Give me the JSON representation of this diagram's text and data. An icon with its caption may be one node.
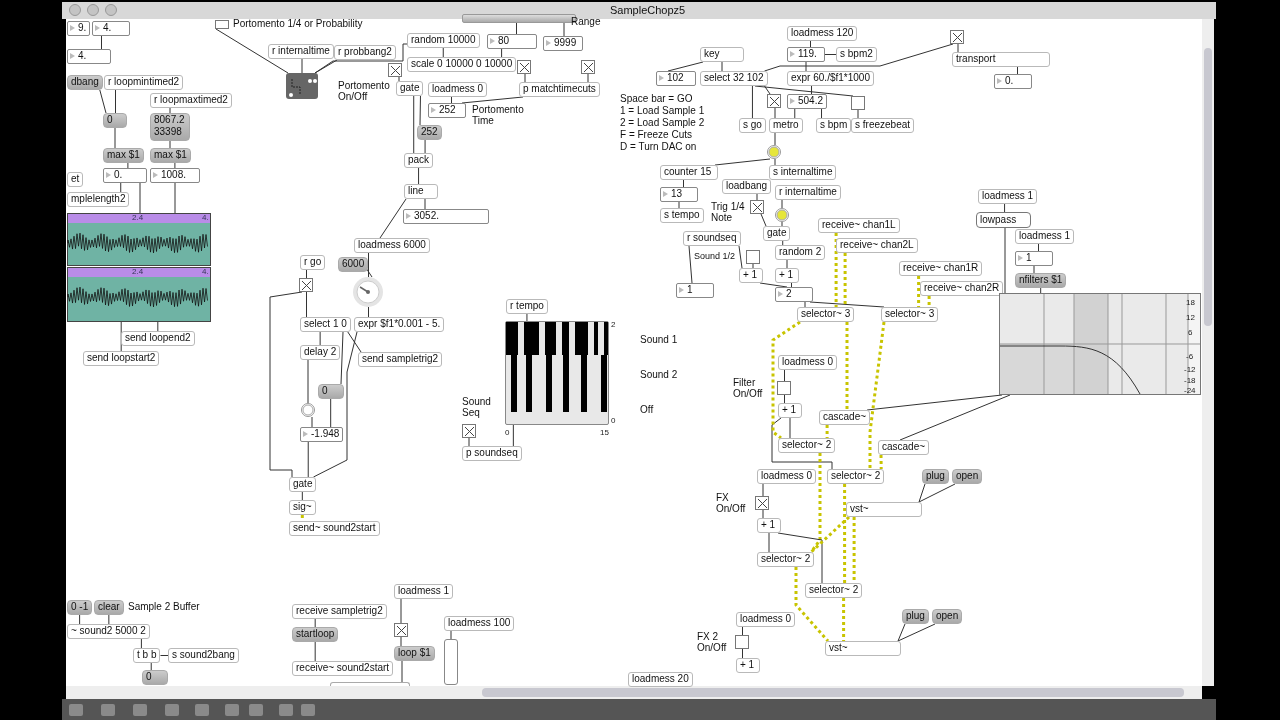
{
  "diagram": {
    "title": "SampleChopz5",
    "nodes": [
      {
        "text": [
          "9."
        ]
      },
      {
        "text": [
          "4."
        ]
      },
      {
        "text": [
          "4."
        ]
      },
      {
        "text": [
          "dbang"
        ]
      },
      {
        "text": [
          "r loopmintimed2"
        ]
      },
      {
        "text": [
          "r loopmaxtimed2"
        ]
      },
      {
        "text": [
          "0"
        ]
      },
      {
        "text": [
          "8067.2 33398"
        ]
      },
      {
        "text": [
          "max $1"
        ]
      },
      {
        "text": [
          "max $1"
        ]
      },
      {
        "text": [
          "0."
        ]
      },
      {
        "text": [
          "1008."
        ]
      },
      {
        "text": [
          "et"
        ]
      },
      {
        "text": [
          "mplelength2"
        ]
      },
      {
        "text": [
          "2.4",
          "4."
        ]
      },
      {
        "text": [
          "2.4",
          "4."
        ]
      },
      {
        "text": [
          "send loopend2"
        ]
      },
      {
        "text": [
          "send loopstart2"
        ]
      },
      {
        "text": [],
        "shape": "box"
      },
      {
        "text": [
          "r internaltime"
        ]
      },
      {
        "text": [
          "r probbang2"
        ]
      },
      {
        "text": [],
        "shape": "box"
      },
      {
        "text": [
          "random 10000"
        ]
      },
      {
        "text": [],
        "shape": "bar"
      },
      {
        "text": [
          "80"
        ]
      },
      {
        "text": [
          "9999"
        ]
      },
      {
        "text": [
          "scale 0 10000 0 10000"
        ]
      },
      {
        "text": [],
        "shape": "box"
      },
      {
        "text": [],
        "shape": "box"
      },
      {
        "text": [],
        "shape": "box"
      },
      {
        "text": [
          "gate"
        ]
      },
      {
        "text": [
          "loadmess 0"
        ]
      },
      {
        "text": [
          "p matchtimecuts"
        ]
      },
      {
        "text": [
          "252"
        ],
        "beside": [
          "Portomento Time"
        ]
      },
      {
        "text": [
          "252"
        ]
      },
      {
        "text": [
          "pack"
        ]
      },
      {
        "text": [
          "line"
        ]
      },
      {
        "text": [
          "3052."
        ]
      },
      {
        "text": [
          "loadmess 6000"
        ]
      },
      {
        "text": [
          "6000"
        ]
      },
      {
        "text": [],
        "shape": "circle"
      },
      {
        "text": [
          "r go"
        ]
      },
      {
        "text": [],
        "shape": "box"
      },
      {
        "text": [
          "select 1 0"
        ]
      },
      {
        "text": [
          "expr $f1*0.001 - 5."
        ]
      },
      {
        "text": [
          "delay 2"
        ]
      },
      {
        "text": [
          "send sampletrig2"
        ]
      },
      {
        "text": [
          "0"
        ]
      },
      {
        "text": [],
        "shape": "circle"
      },
      {
        "text": [
          "-1.948"
        ]
      },
      {
        "text": [
          "gate"
        ]
      },
      {
        "text": [
          "sig~"
        ]
      },
      {
        "text": [
          "send~ sound2start"
        ]
      },
      {
        "text": [
          "r tempo"
        ]
      },
      {
        "text": [],
        "shape": "bar",
        "beside": [
          "2",
          "0",
          "0",
          "15"
        ]
      },
      {
        "text": [],
        "shape": "box",
        "beside": [
          "Sound Seq"
        ]
      },
      {
        "text": [
          "p soundseq"
        ]
      },
      {
        "text": [
          "key"
        ]
      },
      {
        "text": [
          "102"
        ]
      },
      {
        "text": [
          "select 32 102"
        ]
      },
      {
        "text": [
          "loadmess 120"
        ]
      },
      {
        "text": [
          "119."
        ]
      },
      {
        "text": [
          "s bpm2"
        ]
      },
      {
        "text": [
          "expr 60./$f1*1000"
        ]
      },
      {
        "text": [],
        "shape": "box"
      },
      {
        "text": [
          "transport"
        ]
      },
      {
        "text": [
          "0."
        ]
      },
      {
        "text": [],
        "shape": "box"
      },
      {
        "text": [
          "504.2"
        ]
      },
      {
        "text": [],
        "shape": "box"
      },
      {
        "text": [
          "s go"
        ]
      },
      {
        "text": [
          "metro"
        ]
      },
      {
        "text": [
          "s bpm"
        ]
      },
      {
        "text": [
          "s freezebeat"
        ]
      },
      {
        "text": [],
        "shape": "circle"
      },
      {
        "text": [
          "counter 15"
        ]
      },
      {
        "text": [
          "s internaltime"
        ]
      },
      {
        "text": [
          "13"
        ]
      },
      {
        "text": [
          "s tempo"
        ]
      },
      {
        "text": [
          "loadbang"
        ]
      },
      {
        "text": [
          "r internaltime"
        ]
      },
      {
        "text": [],
        "shape": "box",
        "beside": [
          "Trig 1/4 Note"
        ]
      },
      {
        "text": [],
        "shape": "circle"
      },
      {
        "text": [
          "gate"
        ]
      },
      {
        "text": [
          "r soundseq"
        ]
      },
      {
        "text": [],
        "shape": "box",
        "beside": [
          "Sound 1/2"
        ]
      },
      {
        "text": [
          "receive~ chan1L"
        ]
      },
      {
        "text": [
          "receive~ chan2L"
        ]
      },
      {
        "text": [
          "random 2"
        ]
      },
      {
        "text": [
          "+ 1"
        ]
      },
      {
        "text": [
          "+ 1"
        ]
      },
      {
        "text": [
          "1"
        ]
      },
      {
        "text": [
          "2"
        ]
      },
      {
        "text": [
          "receive~ chan1R"
        ]
      },
      {
        "text": [
          "receive~ chan2R"
        ]
      },
      {
        "text": [
          "loadmess 1"
        ]
      },
      {
        "text": [
          "lowpass"
        ]
      },
      {
        "text": [
          "loadmess 1"
        ]
      },
      {
        "text": [
          "1"
        ]
      },
      {
        "text": [
          "nfilters $1"
        ]
      },
      {
        "text": [
          "selector~ 3"
        ]
      },
      {
        "text": [
          "selector~ 3"
        ]
      },
      {
        "text": [],
        "shape": "box"
      },
      {
        "text": [
          "loadmess 0"
        ]
      },
      {
        "text": [],
        "shape": "box",
        "beside": [
          "Filter On/Off"
        ]
      },
      {
        "text": [
          "+ 1"
        ]
      },
      {
        "text": [
          "cascade~"
        ]
      },
      {
        "text": [
          "selector~ 2"
        ]
      },
      {
        "text": [
          "cascade~"
        ]
      },
      {
        "text": [
          "loadmess 0"
        ]
      },
      {
        "text": [
          "selector~ 2"
        ]
      },
      {
        "text": [
          "plug"
        ]
      },
      {
        "text": [
          "open"
        ]
      },
      {
        "text": [],
        "shape": "box",
        "beside": [
          "FX On/Off"
        ]
      },
      {
        "text": [
          "vst~"
        ]
      },
      {
        "text": [
          "+ 1"
        ]
      },
      {
        "text": [
          "selector~ 2"
        ]
      },
      {
        "text": [
          "selector~ 2"
        ]
      },
      {
        "text": [
          "loadmess 0"
        ]
      },
      {
        "text": [
          "plug"
        ]
      },
      {
        "text": [
          "open"
        ]
      },
      {
        "text": [],
        "shape": "box",
        "beside": [
          "FX 2 On/Off"
        ]
      },
      {
        "text": [
          "vst~"
        ]
      },
      {
        "text": [
          "+ 1"
        ]
      },
      {
        "text": [
          "loadmess 20"
        ]
      },
      {
        "text": [
          "0 -1"
        ]
      },
      {
        "text": [
          "clear"
        ]
      },
      {
        "text": [
          "~ sound2 5000 2"
        ]
      },
      {
        "text": [
          "t b b"
        ]
      },
      {
        "text": [
          "s sound2bang"
        ]
      },
      {
        "text": [
          "0"
        ]
      },
      {
        "text": [
          "receive sampletrig2"
        ]
      },
      {
        "text": [
          "startloop"
        ]
      },
      {
        "text": [
          "receive~ sound2start"
        ]
      },
      {
        "text": [
          "loadmess 1"
        ]
      },
      {
        "text": [],
        "shape": "box"
      },
      {
        "text": [
          "loop $1"
        ]
      },
      {
        "text": [
          "loadmess 100"
        ]
      },
      {
        "text": [],
        "shape": "bar"
      },
      {
        "text": [],
        "shape": "box"
      }
    ],
    "edges": [
      {
        "from": 1,
        "to": 2,
        "arrow": "none"
      },
      {
        "from": 4,
        "to": 6,
        "arrow": "none"
      },
      {
        "from": 6,
        "to": 8,
        "arrow": "none"
      },
      {
        "from": 8,
        "to": 10,
        "arrow": "none"
      },
      {
        "from": 10,
        "to": 14,
        "arrow": "none"
      },
      {
        "from": 5,
        "to": 7,
        "arrow": "none"
      },
      {
        "from": 7,
        "to": 9,
        "arrow": "none"
      },
      {
        "from": 9,
        "to": 11,
        "arrow": "none"
      },
      {
        "from": 11,
        "to": 14,
        "arrow": "none"
      },
      {
        "from": 3,
        "to": 6,
        "arrow": "none"
      },
      {
        "from": 13,
        "to": 10,
        "arrow": "none"
      },
      {
        "from": 15,
        "to": 16,
        "arrow": "none"
      },
      {
        "from": 15,
        "to": 17,
        "arrow": "none"
      },
      {
        "from": 18,
        "to": 21,
        "arrow": "none"
      },
      {
        "from": 19,
        "to": 21,
        "arrow": "none"
      },
      {
        "from": 20,
        "to": 21,
        "arrow": "none"
      },
      {
        "from": 21,
        "to": 22,
        "arrow": "none"
      },
      {
        "from": 22,
        "to": 26,
        "arrow": "none"
      },
      {
        "from": 23,
        "to": 24,
        "arrow": "none"
      },
      {
        "from": 23,
        "to": 25,
        "arrow": "none"
      },
      {
        "from": 24,
        "to": 26,
        "arrow": "none"
      },
      {
        "from": 27,
        "to": 30,
        "arrow": "none"
      },
      {
        "from": 30,
        "to": 35,
        "arrow": "none"
      },
      {
        "from": 30,
        "to": 34,
        "arrow": "none"
      },
      {
        "from": 34,
        "to": 35,
        "arrow": "none"
      },
      {
        "from": 31,
        "to": 33,
        "arrow": "none"
      },
      {
        "from": 28,
        "to": 32,
        "arrow": "none"
      },
      {
        "from": 29,
        "to": 32,
        "arrow": "none"
      },
      {
        "from": 32,
        "to": 33,
        "arrow": "none"
      },
      {
        "from": 35,
        "to": 36,
        "arrow": "none"
      },
      {
        "from": 36,
        "to": 37,
        "arrow": "none"
      },
      {
        "from": 36,
        "to": 38,
        "arrow": "none"
      },
      {
        "from": 38,
        "to": 40,
        "arrow": "none"
      },
      {
        "from": 39,
        "to": 40,
        "arrow": "none"
      },
      {
        "from": 40,
        "to": 44,
        "arrow": "none"
      },
      {
        "from": 41,
        "to": 42,
        "arrow": "none"
      },
      {
        "from": 42,
        "to": 43,
        "arrow": "none"
      },
      {
        "from": 42,
        "to": 50,
        "arrow": "none"
      },
      {
        "from": 43,
        "to": 45,
        "arrow": "none"
      },
      {
        "from": 43,
        "to": 46,
        "arrow": "none"
      },
      {
        "from": 43,
        "to": 47,
        "arrow": "none"
      },
      {
        "from": 44,
        "to": 50,
        "arrow": "none"
      },
      {
        "from": 45,
        "to": 48,
        "arrow": "none"
      },
      {
        "from": 48,
        "to": 49,
        "arrow": "none"
      },
      {
        "from": 49,
        "to": 50,
        "arrow": "none"
      },
      {
        "from": 47,
        "to": 49,
        "arrow": "none"
      },
      {
        "from": 50,
        "to": 51,
        "arrow": "none"
      },
      {
        "from": 51,
        "to": 52,
        "arrow": "none",
        "style": "dashed",
        "color": "#c8c400"
      },
      {
        "from": 53,
        "to": 54,
        "arrow": "none"
      },
      {
        "from": 55,
        "to": 56,
        "arrow": "none"
      },
      {
        "from": 54,
        "to": 56,
        "arrow": "none"
      },
      {
        "from": 57,
        "to": 59,
        "arrow": "none"
      },
      {
        "from": 57,
        "to": 58,
        "arrow": "none"
      },
      {
        "from": 59,
        "to": 70,
        "arrow": "none"
      },
      {
        "from": 59,
        "to": 67,
        "arrow": "none"
      },
      {
        "from": 59,
        "to": 69,
        "arrow": "none"
      },
      {
        "from": 59,
        "to": 64,
        "arrow": "none"
      },
      {
        "from": 64,
        "to": 65,
        "arrow": "none"
      },
      {
        "from": 65,
        "to": 66,
        "arrow": "none"
      },
      {
        "from": 60,
        "to": 61,
        "arrow": "none"
      },
      {
        "from": 61,
        "to": 63,
        "arrow": "none"
      },
      {
        "from": 61,
        "to": 62,
        "arrow": "none"
      },
      {
        "from": 63,
        "to": 68,
        "arrow": "none"
      },
      {
        "from": 67,
        "to": 71,
        "arrow": "none"
      },
      {
        "from": 68,
        "to": 71,
        "arrow": "none"
      },
      {
        "from": 68,
        "to": 72,
        "arrow": "none"
      },
      {
        "from": 69,
        "to": 73,
        "arrow": "none"
      },
      {
        "from": 71,
        "to": 74,
        "arrow": "none"
      },
      {
        "from": 74,
        "to": 75,
        "arrow": "none"
      },
      {
        "from": 74,
        "to": 76,
        "arrow": "none"
      },
      {
        "from": 75,
        "to": 77,
        "arrow": "none"
      },
      {
        "from": 77,
        "to": 78,
        "arrow": "none"
      },
      {
        "from": 79,
        "to": 81,
        "arrow": "none"
      },
      {
        "from": 81,
        "to": 83,
        "arrow": "none"
      },
      {
        "from": 80,
        "to": 82,
        "arrow": "none"
      },
      {
        "from": 82,
        "to": 83,
        "arrow": "none"
      },
      {
        "from": 83,
        "to": 88,
        "arrow": "none"
      },
      {
        "from": 88,
        "to": 89,
        "arrow": "none"
      },
      {
        "from": 89,
        "to": 92,
        "arrow": "none"
      },
      {
        "from": 84,
        "to": 90,
        "arrow": "none"
      },
      {
        "from": 84,
        "to": 91,
        "arrow": "none"
      },
      {
        "from": 85,
        "to": 90,
        "arrow": "none"
      },
      {
        "from": 90,
        "to": 92,
        "arrow": "none"
      },
      {
        "from": 92,
        "to": 100,
        "arrow": "none"
      },
      {
        "from": 92,
        "to": 101,
        "arrow": "none"
      },
      {
        "from": 86,
        "to": 100,
        "arrow": "none",
        "style": "dashed",
        "color": "#c8c400"
      },
      {
        "from": 87,
        "to": 100,
        "arrow": "none",
        "style": "dashed",
        "color": "#c8c400"
      },
      {
        "from": 93,
        "to": 101,
        "arrow": "none",
        "style": "dashed",
        "color": "#c8c400"
      },
      {
        "from": 94,
        "to": 101,
        "arrow": "none",
        "style": "dashed",
        "color": "#c8c400"
      },
      {
        "from": 95,
        "to": 96,
        "arrow": "none"
      },
      {
        "from": 97,
        "to": 98,
        "arrow": "none"
      },
      {
        "from": 98,
        "to": 99,
        "arrow": "none"
      },
      {
        "from": 99,
        "to": 102,
        "arrow": "none"
      },
      {
        "from": 96,
        "to": 102,
        "arrow": "none"
      },
      {
        "from": 102,
        "to": 106,
        "arrow": "none"
      },
      {
        "from": 102,
        "to": 108,
        "arrow": "none"
      },
      {
        "from": 103,
        "to": 104,
        "arrow": "none"
      },
      {
        "from": 104,
        "to": 105,
        "arrow": "none"
      },
      {
        "from": 105,
        "to": 107,
        "arrow": "none"
      },
      {
        "from": 105,
        "to": 110,
        "arrow": "none"
      },
      {
        "from": 100,
        "to": 107,
        "arrow": "none",
        "style": "dashed",
        "color": "#c8c400"
      },
      {
        "from": 100,
        "to": 106,
        "arrow": "none",
        "style": "dashed",
        "color": "#c8c400"
      },
      {
        "from": 106,
        "to": 107,
        "arrow": "none",
        "style": "dashed",
        "color": "#c8c400"
      },
      {
        "from": 101,
        "to": 110,
        "arrow": "none",
        "style": "dashed",
        "color": "#c8c400"
      },
      {
        "from": 108,
        "to": 110,
        "arrow": "none",
        "style": "dashed",
        "color": "#c8c400"
      },
      {
        "from": 107,
        "to": 116,
        "arrow": "none",
        "style": "dashed",
        "color": "#c8c400"
      },
      {
        "from": 110,
        "to": 117,
        "arrow": "none",
        "style": "dashed",
        "color": "#c8c400"
      },
      {
        "from": 111,
        "to": 114,
        "arrow": "none"
      },
      {
        "from": 112,
        "to": 114,
        "arrow": "none"
      },
      {
        "from": 109,
        "to": 113,
        "arrow": "none"
      },
      {
        "from": 113,
        "to": 115,
        "arrow": "none"
      },
      {
        "from": 115,
        "to": 116,
        "arrow": "none"
      },
      {
        "from": 115,
        "to": 117,
        "arrow": "none"
      },
      {
        "from": 114,
        "to": 116,
        "arrow": "none",
        "style": "dashed",
        "color": "#c8c400"
      },
      {
        "from": 114,
        "to": 117,
        "arrow": "none",
        "style": "dashed",
        "color": "#c8c400"
      },
      {
        "from": 118,
        "to": 121,
        "arrow": "none"
      },
      {
        "from": 121,
        "to": 123,
        "arrow": "none"
      },
      {
        "from": 119,
        "to": 122,
        "arrow": "none"
      },
      {
        "from": 120,
        "to": 122,
        "arrow": "none"
      },
      {
        "from": 116,
        "to": 122,
        "arrow": "none",
        "style": "dashed",
        "color": "#c8c400"
      },
      {
        "from": 117,
        "to": 122,
        "arrow": "none",
        "style": "dashed",
        "color": "#c8c400"
      },
      {
        "from": 125,
        "to": 127,
        "arrow": "none"
      },
      {
        "from": 126,
        "to": 127,
        "arrow": "none"
      },
      {
        "from": 127,
        "to": 128,
        "arrow": "none"
      },
      {
        "from": 128,
        "to": 129,
        "arrow": "none"
      },
      {
        "from": 128,
        "to": 130,
        "arrow": "none"
      },
      {
        "from": 131,
        "to": 132,
        "arrow": "none"
      },
      {
        "from": 132,
        "to": 133,
        "arrow": "none"
      },
      {
        "from": 134,
        "to": 135,
        "arrow": "none"
      },
      {
        "from": 135,
        "to": 136,
        "arrow": "none"
      },
      {
        "from": 136,
        "to": 139,
        "arrow": "none"
      },
      {
        "from": 137,
        "to": 138,
        "arrow": "none"
      }
    ],
    "labels": [
      "Portomento 1/4 or Probability",
      "Range",
      "Portomento On/Off",
      "Space bar = GO",
      "1 = Load Sample 1",
      "2 = Load Sample 2",
      "F = Freeze Cuts",
      "D = Turn DAC on",
      "Sound 1",
      "Sound 2",
      "Off",
      "18",
      "12",
      "6",
      "-6",
      "-12",
      "-18",
      "-24",
      "Sample 2 Buffer"
    ]
  }
}
